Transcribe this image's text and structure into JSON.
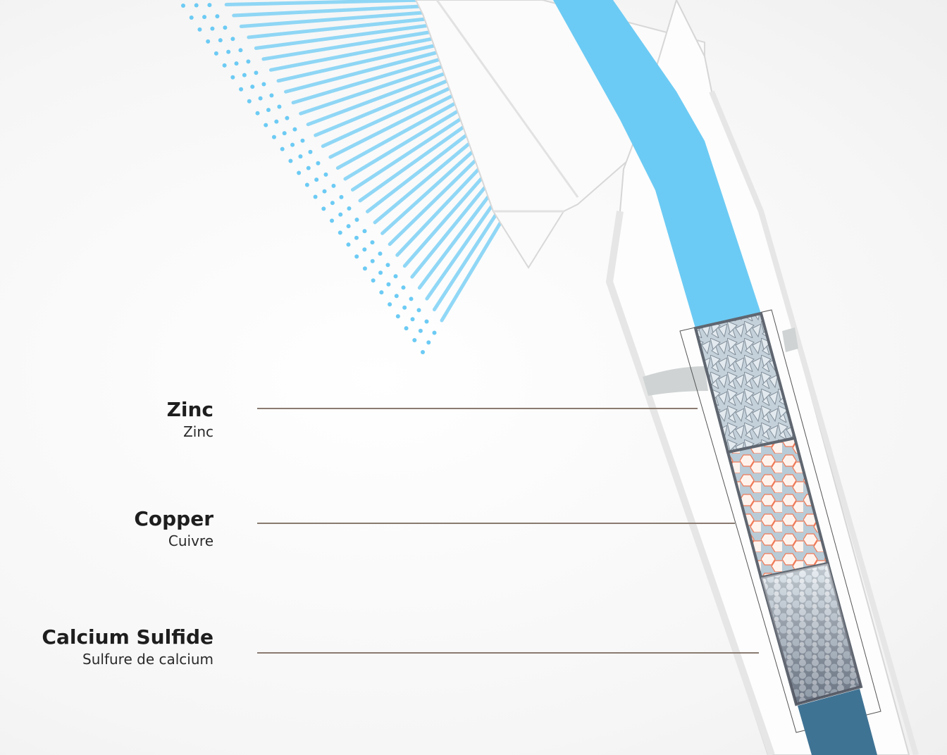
{
  "layers": [
    {
      "name": "Zinc",
      "translation": "Zinc"
    },
    {
      "name": "Copper",
      "translation": "Cuivre"
    },
    {
      "name": "Calcium Sulfide",
      "translation": "Sulfure de calcium"
    }
  ],
  "colors": {
    "water": "#6ccbf4",
    "filtered_water": "#3f7394",
    "zinc": "#c9d4dc",
    "copper": "#f07a55",
    "calcium": "#b7c9d4",
    "leader": "#8a7b70"
  }
}
